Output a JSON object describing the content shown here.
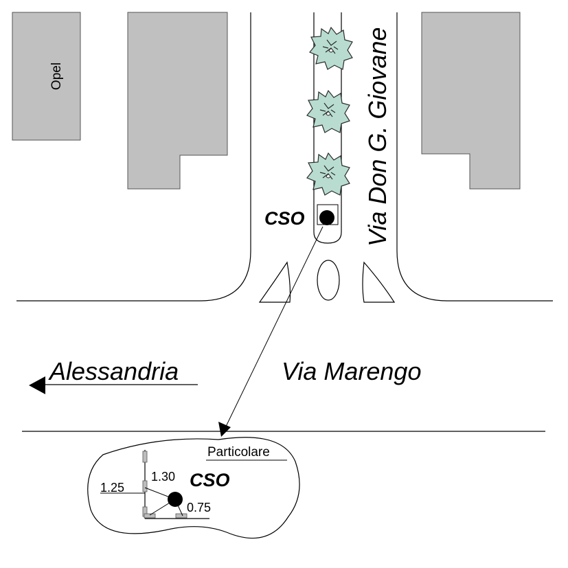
{
  "labels": {
    "building": "Opel",
    "street_vertical": "Via Don G. Giovane",
    "street_horizontal": "Via Marengo",
    "direction": "Alessandria",
    "cso_main": "CSO",
    "detail_title": "Particolare",
    "cso_detail": "CSO"
  },
  "measurements": {
    "left": "1.25",
    "top": "1.30",
    "bottom": "0.75"
  },
  "colors": {
    "building": "#c0c0c0",
    "tree": "#b8ddd0",
    "line": "#000000"
  }
}
